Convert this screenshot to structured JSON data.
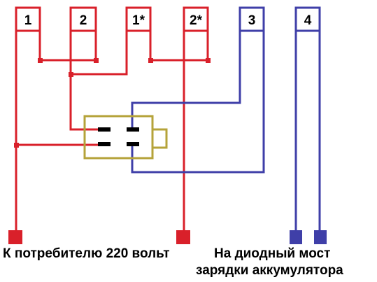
{
  "terminals": [
    {
      "label": "1"
    },
    {
      "label": "2"
    },
    {
      "label": "1*"
    },
    {
      "label": "2*"
    },
    {
      "label": "3"
    },
    {
      "label": "4"
    }
  ],
  "captions": {
    "consumer": "К потребителю 220 вольт",
    "bridge_line1": "На диодный мост",
    "bridge_line2": "зарядки аккумулятора"
  },
  "colors": {
    "red_wire": "#d9202a",
    "blue_wire": "#3f3fa8",
    "switch_body": "#b5a33a",
    "contact": "#000000"
  }
}
